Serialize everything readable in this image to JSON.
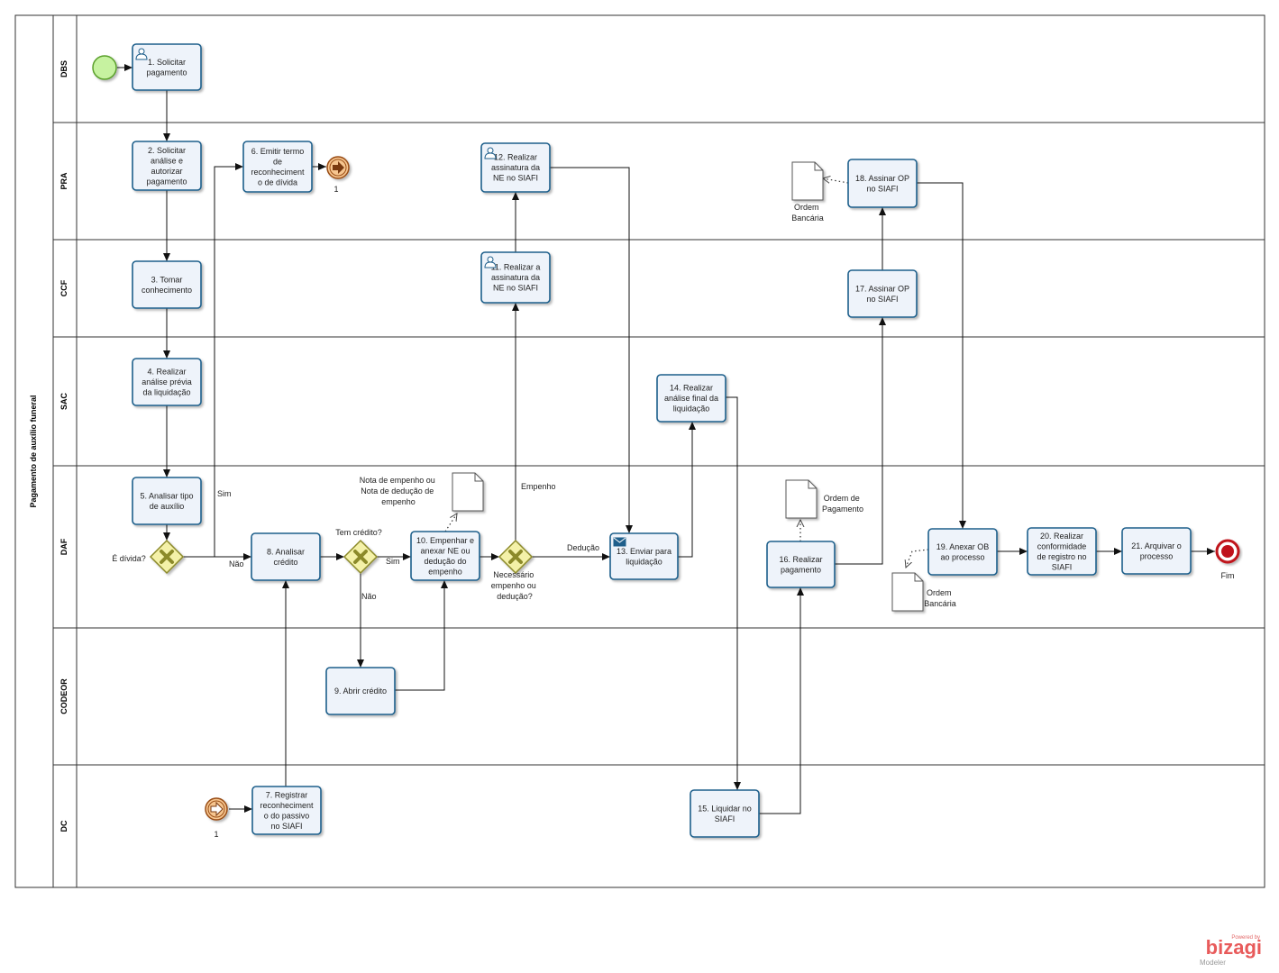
{
  "pool": {
    "title": "Pagamento de auxílio funeral"
  },
  "lanes": [
    "DBS",
    "PRA",
    "CCF",
    "SAC",
    "DAF",
    "CODEOR",
    "DC"
  ],
  "tasks": {
    "t1": [
      "1. Solicitar",
      "pagamento"
    ],
    "t2": [
      "2. Solicitar",
      "análise e",
      "autorizar",
      "pagamento"
    ],
    "t3": [
      "3. Tomar",
      "conhecimento"
    ],
    "t4": [
      "4. Realizar",
      "análise prévia",
      "da liquidação"
    ],
    "t5": [
      "5. Analisar tipo",
      "de auxílio"
    ],
    "t6": [
      "6. Emitir termo",
      "de",
      "reconheciment",
      "o de dívida"
    ],
    "t7": [
      "7. Registrar",
      "reconheciment",
      "o do passivo",
      "no SIAFI"
    ],
    "t8": [
      "8. Analisar",
      "crédito"
    ],
    "t9": [
      "9. Abrir crédito"
    ],
    "t10": [
      "10. Empenhar e",
      "anexar NE ou",
      "dedução do",
      "empenho"
    ],
    "t11": [
      "11. Realizar a",
      "assinatura da",
      "NE no SIAFI"
    ],
    "t12": [
      "12. Realizar",
      "assinatura da",
      "NE no SIAFI"
    ],
    "t13": [
      "13. Enviar para",
      "liquidação"
    ],
    "t14": [
      "14. Realizar",
      "análise final da",
      "liquidação"
    ],
    "t15": [
      "15. Liquidar no",
      "SIAFI"
    ],
    "t16": [
      "16. Realizar",
      "pagamento"
    ],
    "t17": [
      "17. Assinar OP",
      "no SIAFI"
    ],
    "t18": [
      "18. Assinar OP",
      "no SIAFI"
    ],
    "t19": [
      "19. Anexar OB",
      "ao processo"
    ],
    "t20": [
      "20. Realizar",
      "conformidade",
      "de registro no",
      "SIAFI"
    ],
    "t21": [
      "21. Arquivar o",
      "processo"
    ]
  },
  "gateways": {
    "g1": "É dívida?",
    "g2": "Tem crédito?",
    "g3": [
      "Necessário",
      "empenho ou",
      "dedução?"
    ]
  },
  "flow_labels": {
    "sim_g1": "Sim",
    "nao_g1": "Não",
    "sim_g2": "Sim",
    "nao_g2": "Não",
    "empenho": "Empenho",
    "deducao": "Dedução"
  },
  "events": {
    "link_throw_label": "1",
    "link_catch_label": "1",
    "end_label": "Fim"
  },
  "artifacts": {
    "doc_ne": [
      "Nota de empenho ou",
      "Nota de dedução de",
      "empenho"
    ],
    "doc_op": [
      "Ordem de",
      "Pagamento"
    ],
    "doc_ob_pra": [
      "Ordem",
      "Bancária"
    ],
    "doc_ob_daf": [
      "Ordem",
      "Bancária"
    ]
  },
  "watermark": {
    "powered": "Powered by",
    "brand": "bizagi",
    "product": "Modeler"
  },
  "colors": {
    "task_fill": "#eef3fa",
    "task_stroke": "#1f5f8b",
    "gateway_fill": "#f4f1a8",
    "gateway_stroke": "#8c8a2a",
    "start_fill": "#c6f2a0",
    "start_stroke": "#5aa02c",
    "end_stroke": "#c0121c",
    "link_fill": "#f6c58f",
    "link_stroke": "#9a4e16"
  }
}
